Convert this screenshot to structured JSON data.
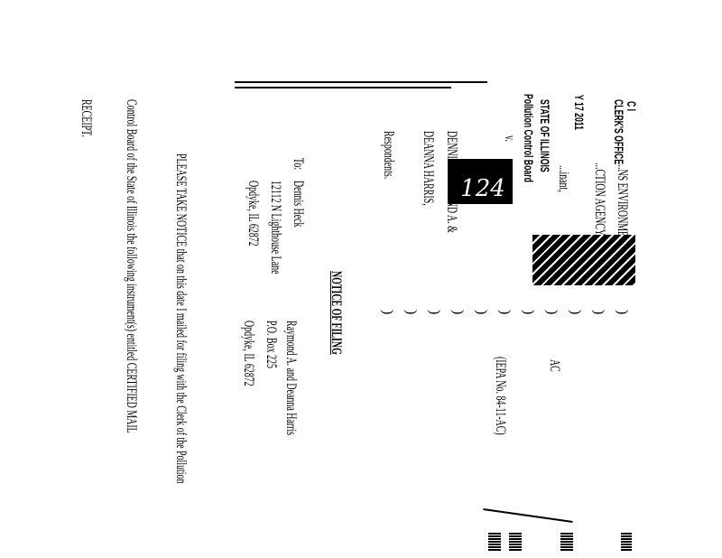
{
  "header": {
    "stamp_top": "C  I",
    "clerks_office": "CLERK'S OFFICE",
    "stamp_date": "Y 17 2011",
    "state": "STATE OF ILLINOIS",
    "board": "Pollution Control Board"
  },
  "caption": {
    "complainant_line1": "...NS ENVIRONMEN",
    "complainant_line2": "...CTION AGENCY,",
    "complainant_role": "...inant,",
    "versus": "v.",
    "respondent_line1": "DENNI            d RAYMOND A. &",
    "respondent_line2": "DEANNA HARRIS,",
    "respondent_role": "Respondents.",
    "handwritten_mark": "124",
    "case_suffix": "AC",
    "case_number": "(IEPA No. 84-11-AC)",
    "paren": ")"
  },
  "notice": {
    "title": "NOTICE OF FILING",
    "to_label": "To:",
    "recipient1": [
      "Dennis Heck",
      "12112 N Lighthouse Lane",
      "Opdyke, IL 62872"
    ],
    "recipient2": [
      "Raymond A. and Deanna Harris",
      "P.O. Box 225",
      "Opdyke, IL 62872"
    ],
    "body_line1": "PLEASE TAKE NOTICE that on this date I mailed for filing with the Clerk of the Pollution",
    "body_line2": "Control Board of the State of Illinois the following instrument(s) entitled CERTIFIED MAIL",
    "body_line3": "RECEIPT."
  }
}
